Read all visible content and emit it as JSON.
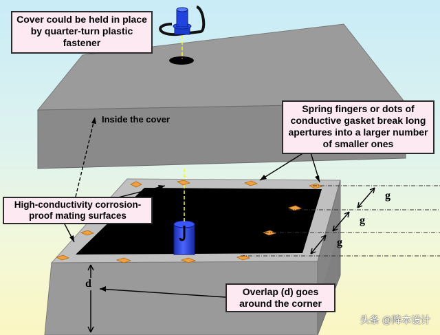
{
  "callouts": {
    "cover_fastener": "Cover could be held in place by quarter-turn plastic fastener",
    "inside_cover": "Inside the cover",
    "spring_fingers": "Spring fingers or dots of conductive gasket break long apertures into a larger number of smaller ones",
    "mating_surfaces": "High-conductivity corrosion-proof mating surfaces",
    "overlap": "Overlap (d) goes around the corner"
  },
  "dimension_labels": {
    "gap_1": "g",
    "gap_2": "g",
    "gap_3": "g",
    "overlap_d": "d"
  },
  "watermark": "头条 @降本设计",
  "colors": {
    "cover_top": "#9b9b9b",
    "cover_front": "#8a8a8a",
    "box_rim": "#c0c0c0",
    "box_front": "#9a9a9a",
    "box_side": "#7d7d7d",
    "opening": "#000000",
    "gasket": "#f0a040",
    "fastener": "#1a3cd0",
    "post": "#2a40e0",
    "callout_fill": "#fde9f2"
  }
}
